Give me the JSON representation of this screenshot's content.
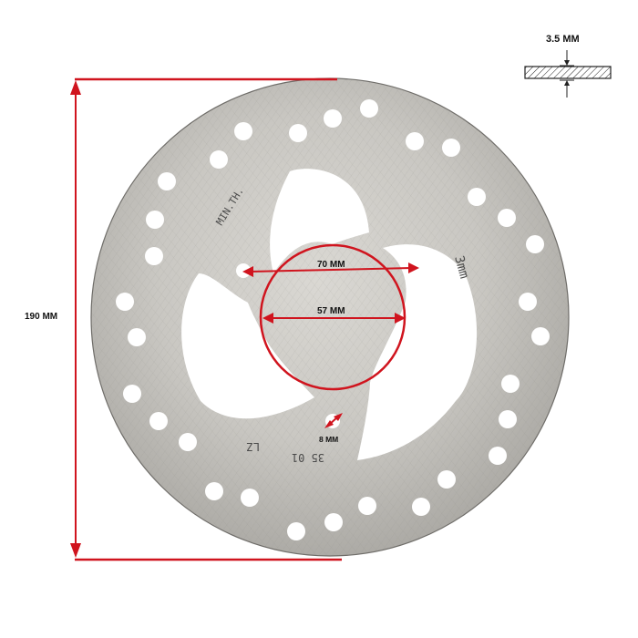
{
  "labels": {
    "height": "190 MM",
    "thickness": "3.5 MM",
    "bolt_circle": "70 MM",
    "center_bore": "57 MM",
    "hole": "8 MM"
  },
  "stamps": {
    "brand": "MIN.TH.",
    "thickness_mark": "3mm",
    "code_lz": "LZ",
    "code_num": "35 01"
  },
  "colors": {
    "dimension_red": "#d0141e",
    "steel_light": "#cfcdc8",
    "steel_dark": "#a9a7a2"
  }
}
